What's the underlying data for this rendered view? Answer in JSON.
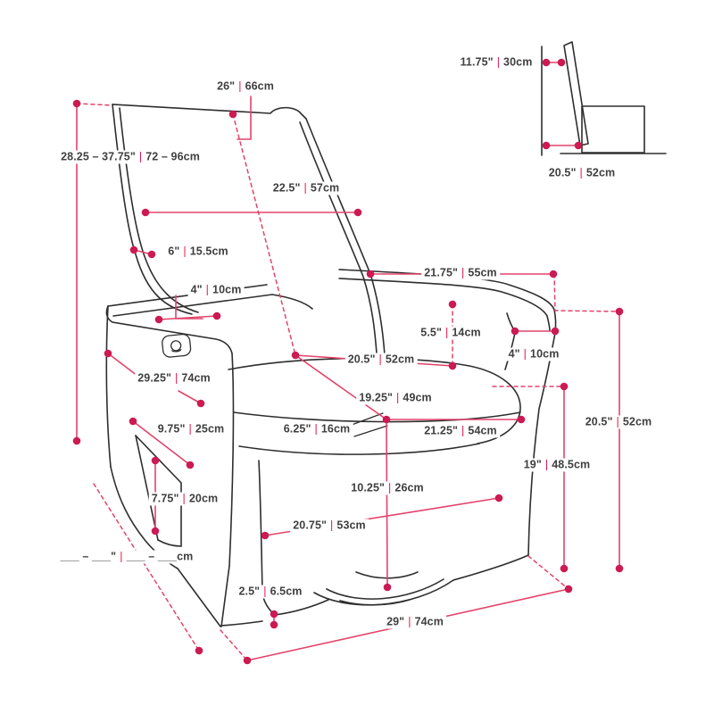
{
  "sep": "|",
  "colors": {
    "dimension_line": "#E2436B",
    "dimension_dot": "#CC1A52",
    "separator": "#E01950",
    "chair_outline": "#2E2E2E",
    "label_text": "#3F3F3F",
    "background": "#FFFFFF"
  },
  "diagram": {
    "type": "product-dimension-diagram",
    "subject": "swivel glider recliner chair",
    "views": [
      "three-quarter front view",
      "side wall-clearance inset"
    ]
  },
  "dims": [
    {
      "name": "back-top-width",
      "in": "26\"",
      "cm": "66cm"
    },
    {
      "name": "back-height-range",
      "in": "28.25 – 37.75\"",
      "cm": "72 – 96cm"
    },
    {
      "name": "backrest-width",
      "in": "22.5\"",
      "cm": "57cm"
    },
    {
      "name": "backrest-thickness",
      "in": "6\"",
      "cm": "15.5cm"
    },
    {
      "name": "armrest-top-inset",
      "in": "4\"",
      "cm": "10cm"
    },
    {
      "name": "wall-clearance",
      "in": "11.75\"",
      "cm": "30cm"
    },
    {
      "name": "reclined-depth",
      "in": "20.5\"",
      "cm": "52cm"
    },
    {
      "name": "armrest-length",
      "in": "21.75\"",
      "cm": "55cm"
    },
    {
      "name": "armrest-above-seat",
      "in": "5.5\"",
      "cm": "14cm"
    },
    {
      "name": "armrest-width",
      "in": "4\"",
      "cm": "10cm"
    },
    {
      "name": "seat-width-back",
      "in": "20.5\"",
      "cm": "52cm"
    },
    {
      "name": "seat-depth",
      "in": "19.25\"",
      "cm": "49cm"
    },
    {
      "name": "cushion-thickness",
      "in": "6.25\"",
      "cm": "16cm"
    },
    {
      "name": "seat-width-front",
      "in": "21.25\"",
      "cm": "54cm"
    },
    {
      "name": "armrest-outer-length",
      "in": "29.25\"",
      "cm": "74cm"
    },
    {
      "name": "armrest-front-height",
      "in": "9.75\"",
      "cm": "25cm"
    },
    {
      "name": "side-pocket-height",
      "in": "7.75\"",
      "cm": "20cm"
    },
    {
      "name": "base-to-seat-height",
      "in": "10.25\"",
      "cm": "26cm"
    },
    {
      "name": "front-width",
      "in": "20.75\"",
      "cm": "53cm"
    },
    {
      "name": "base-height",
      "in": "19\"",
      "cm": "48.5cm"
    },
    {
      "name": "side-height",
      "in": "20.5\"",
      "cm": "52cm"
    },
    {
      "name": "foot-height",
      "in": "2.5\"",
      "cm": "6.5cm"
    },
    {
      "name": "overall-width",
      "in": "29\"",
      "cm": "74cm"
    },
    {
      "name": "blank-measure",
      "in": "___ – ___\"",
      "cm": "___ – ___cm"
    }
  ]
}
